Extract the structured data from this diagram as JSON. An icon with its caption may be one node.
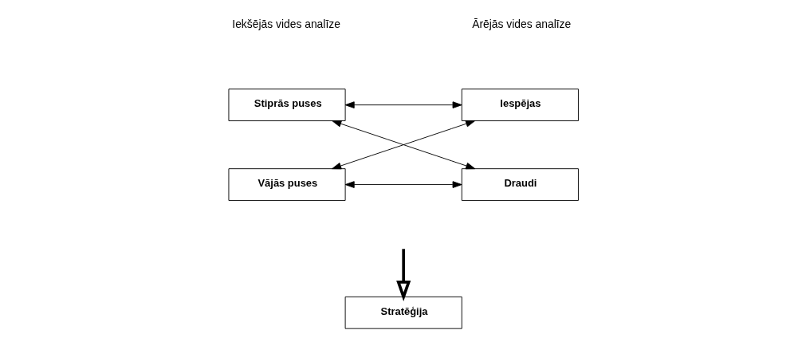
{
  "diagram": {
    "nodes": [
      {
        "text": [
          "Stiprās puses"
        ]
      },
      {
        "text": [
          "Iespējas"
        ]
      },
      {
        "text": [
          "Vājās puses"
        ]
      },
      {
        "text": [
          "Draudi"
        ]
      },
      {
        "text": [
          "Stratēģija"
        ]
      }
    ],
    "edges": [
      {
        "from": 0,
        "to": 3,
        "arrow": "both"
      },
      {
        "from": 1,
        "to": 2,
        "arrow": "both"
      },
      {
        "from": 0,
        "to": 1,
        "arrow": "both"
      },
      {
        "from": 2,
        "to": 3,
        "arrow": "both"
      },
      {
        "from": null,
        "to": 4,
        "arrow": "to",
        "style": "thick"
      }
    ],
    "labels": [
      "Iekšējās vides analīze",
      "Ārējās vides analīze"
    ]
  }
}
